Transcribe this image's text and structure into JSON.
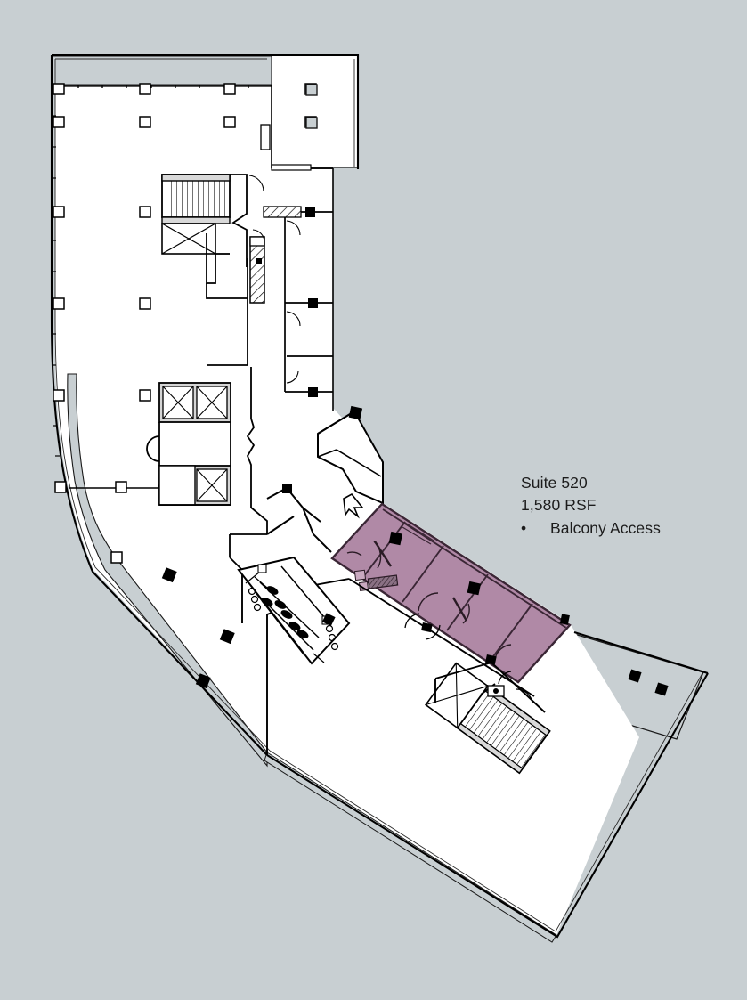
{
  "document": {
    "type": "floor-plan",
    "background_color": "#c8cfd2"
  },
  "legend": {
    "suite_label": "Suite 520",
    "area_label": "1,580 RSF",
    "bullet_glyph": "•",
    "features": [
      "Balcony Access"
    ]
  },
  "colors": {
    "background": "#c8cfd2",
    "floor_fill": "#ffffff",
    "highlight_suite": "#b089a6",
    "highlight_suite_stroke": "#3a2635",
    "balcony_fill": "#c8cfd2",
    "wall_stroke": "#000000",
    "thin_stroke": "#1a1a1a",
    "column_fill": "#000000",
    "hatch_stroke": "#000000",
    "text": "#1c1c1c"
  },
  "plan": {
    "title_region": "northwest open office, core, and highlighted southeast suite",
    "highlighted_suite": "Suite 520",
    "rooms": [
      {
        "name": "open-office-northwest",
        "fill": "floor"
      },
      {
        "name": "balcony-northeast",
        "fill": "balcony"
      },
      {
        "name": "balcony-west-curve",
        "fill": "balcony"
      },
      {
        "name": "balcony-east",
        "fill": "balcony"
      },
      {
        "name": "suite-520-room-a",
        "fill": "highlight"
      },
      {
        "name": "suite-520-room-b",
        "fill": "highlight"
      },
      {
        "name": "suite-520-room-c",
        "fill": "highlight"
      },
      {
        "name": "suite-520-room-d",
        "fill": "highlight"
      },
      {
        "name": "open-office-south",
        "fill": "floor"
      },
      {
        "name": "corridor-core",
        "fill": "floor"
      },
      {
        "name": "restroom-block",
        "fill": "floor"
      },
      {
        "name": "stair-north",
        "fill": "floor"
      },
      {
        "name": "stair-south",
        "fill": "floor"
      },
      {
        "name": "elevator-bank-upper",
        "fill": "floor"
      },
      {
        "name": "elevator-lower",
        "fill": "floor"
      },
      {
        "name": "angled-rooms",
        "fill": "floor"
      }
    ],
    "column_grid": {
      "outline_columns": [
        [
          65,
          100
        ],
        [
          162,
          100
        ],
        [
          257,
          100
        ],
        [
          348,
          100
        ],
        [
          65,
          137
        ],
        [
          162,
          137
        ],
        [
          257,
          137
        ],
        [
          348,
          137
        ],
        [
          65,
          237
        ],
        [
          162,
          237
        ],
        [
          65,
          340
        ],
        [
          162,
          340
        ],
        [
          65,
          443
        ],
        [
          162,
          443
        ],
        [
          65,
          547
        ],
        [
          135,
          547
        ],
        [
          130,
          626
        ]
      ],
      "solid_columns": [
        [
          190,
          645
        ],
        [
          255,
          714
        ],
        [
          228,
          764
        ],
        [
          348,
          238
        ],
        [
          351,
          340
        ],
        [
          351,
          440
        ],
        [
          322,
          548
        ],
        [
          398,
          462
        ],
        [
          444,
          604
        ],
        [
          532,
          660
        ],
        [
          712,
          759
        ],
        [
          742,
          774
        ]
      ]
    }
  }
}
